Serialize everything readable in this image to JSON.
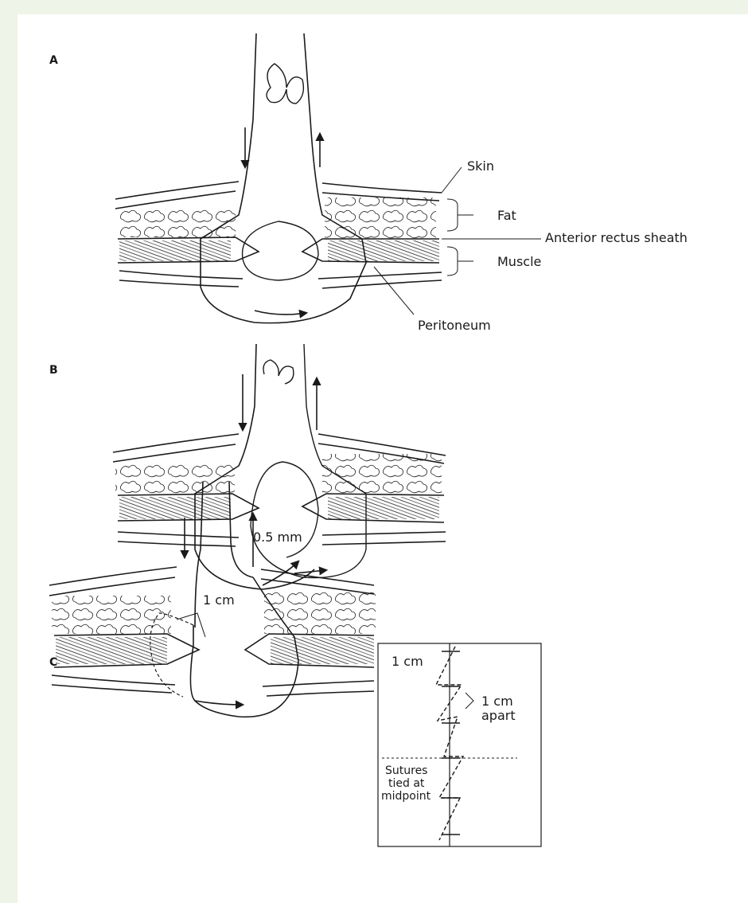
{
  "colors": {
    "frame_green": "#eef4e8",
    "ink": "#1a1a1a",
    "paper": "#ffffff"
  },
  "panels": {
    "a": {
      "label": "A"
    },
    "b": {
      "label": "B",
      "gap_label": "0.5 mm"
    },
    "c": {
      "label": "C",
      "distance_label": "1 cm"
    }
  },
  "labels": {
    "skin": "Skin",
    "fat": "Fat",
    "anterior_rectus_sheath": "Anterior rectus sheath",
    "muscle": "Muscle",
    "peritoneum": "Peritoneum"
  },
  "inset": {
    "top_label": "1 cm",
    "spacing_label_1": "1 cm",
    "spacing_label_2": "apart",
    "sutures_label_1": "Sutures",
    "sutures_label_2": "tied at",
    "sutures_label_3": "midpoint"
  }
}
